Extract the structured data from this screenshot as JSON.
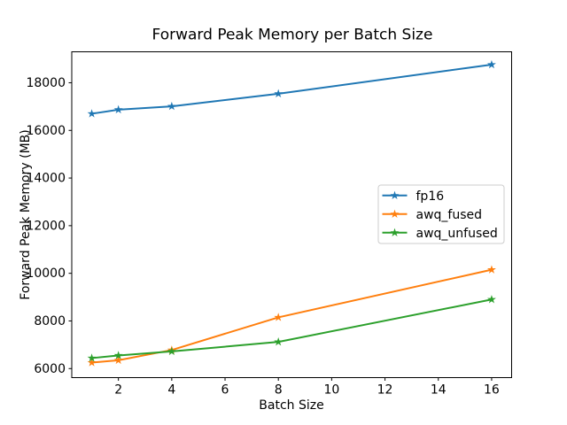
{
  "chart_data": {
    "type": "line",
    "title": "Forward Peak Memory per Batch Size",
    "xlabel": "Batch Size",
    "ylabel": "Forward Peak Memory (MB)",
    "x": [
      1,
      2,
      4,
      8,
      16
    ],
    "series": [
      {
        "name": "fp16",
        "color": "#1f77b4",
        "marker": "star",
        "values": [
          16700,
          16870,
          17010,
          17540,
          18760
        ]
      },
      {
        "name": "awq_fused",
        "color": "#ff7f0e",
        "marker": "star",
        "values": [
          6250,
          6350,
          6780,
          8150,
          10150
        ]
      },
      {
        "name": "awq_unfused",
        "color": "#2ca02c",
        "marker": "star",
        "values": [
          6440,
          6550,
          6720,
          7120,
          8900
        ]
      }
    ],
    "xticks": [
      2,
      4,
      6,
      8,
      10,
      12,
      14,
      16
    ],
    "yticks": [
      6000,
      8000,
      10000,
      12000,
      14000,
      16000,
      18000
    ],
    "xlim": [
      0.25,
      16.75
    ],
    "ylim": [
      5620,
      19300
    ],
    "grid": false,
    "legend": {
      "position": "center right",
      "entries": [
        "fp16",
        "awq_fused",
        "awq_unfused"
      ]
    },
    "axis_color": "#000000",
    "legend_border_color": "#cccccc",
    "background": "#ffffff"
  }
}
